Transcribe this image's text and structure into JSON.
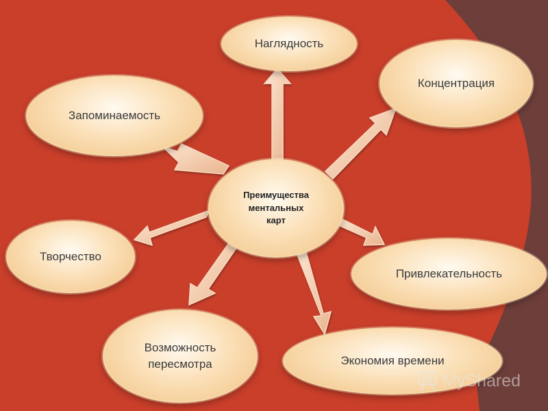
{
  "diagram": {
    "center": "Преимущества\nментальных\nкарт",
    "nodes": {
      "visibility": "Наглядность",
      "concentration": "Концентрация",
      "memorability": "Запоминаемость",
      "creativity": "Творчество",
      "attractiveness": "Привлекательность",
      "review": "Возможность\nпересмотра",
      "time_saving": "Экономия времени"
    }
  },
  "watermark": "MyShared",
  "colors": {
    "background": "#c93f2a",
    "side_panel": "#6e3e3a",
    "node_fill": "#fbe0b8",
    "arrow": "#f4c9a6"
  }
}
